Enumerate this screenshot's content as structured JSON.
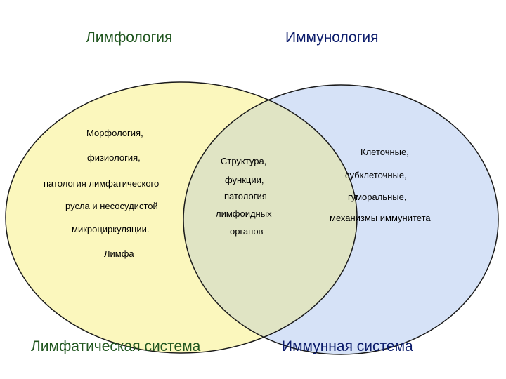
{
  "colors": {
    "left_circle": "#fbf7bd",
    "right_circle": "#d6e2f7",
    "overlap": "#e0e4c4",
    "outline": "#1a1a1a",
    "left_titles": "#20561f",
    "right_titles": "#0c1c6b"
  },
  "titles": {
    "top_left": "Лимфология",
    "top_right": "Иммунология",
    "bottom_left": "Лимфатическая система",
    "bottom_right": "Иммунная система"
  },
  "left_region": {
    "lines": [
      "Морфология,",
      "физиология,",
      "патология лимфатического",
      "русла и несосудистой",
      "микроциркуляции.",
      "Лимфа"
    ]
  },
  "center_region": {
    "lines": [
      "Структура,",
      "функции,",
      "патология",
      "лимфоидных",
      "органов"
    ]
  },
  "right_region": {
    "lines": [
      "Клеточные,",
      "субклеточные,",
      "гуморальные,",
      "механизмы иммунитета"
    ]
  }
}
